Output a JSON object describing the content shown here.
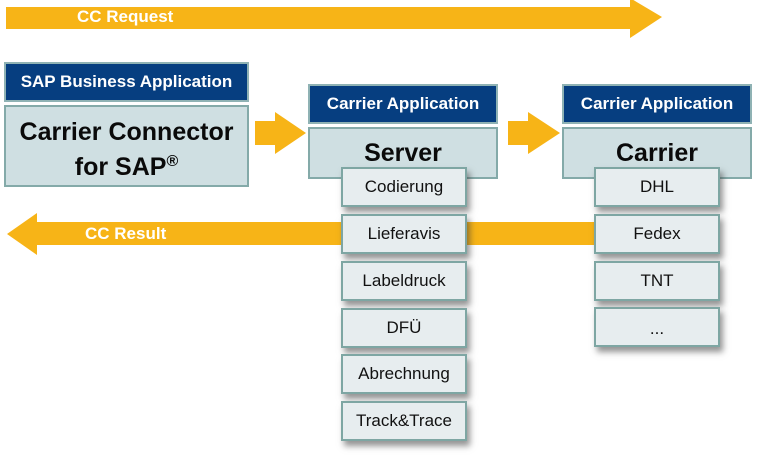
{
  "colors": {
    "arrow": "#f7b417",
    "header_bg": "#063e80",
    "box_bg": "#cfdfe2",
    "sub_box_bg": "#e7edef",
    "border": "#84aaa9"
  },
  "flows": {
    "request_label": "CC Request",
    "result_label": "CC Result"
  },
  "sap_block": {
    "header": "SAP Business Application",
    "title_line1": "Carrier Connector",
    "title_line2": "for SAP",
    "registered_mark": "®"
  },
  "server_block": {
    "header": "Carrier Application",
    "title": "Server",
    "modules": [
      "Codierung",
      "Lieferavis",
      "Labeldruck",
      "DFÜ",
      "Abrechnung",
      "Track&Trace"
    ]
  },
  "carrier_block": {
    "header": "Carrier Application",
    "title": "Carrier",
    "carriers": [
      "DHL",
      "Fedex",
      "TNT",
      "..."
    ]
  }
}
